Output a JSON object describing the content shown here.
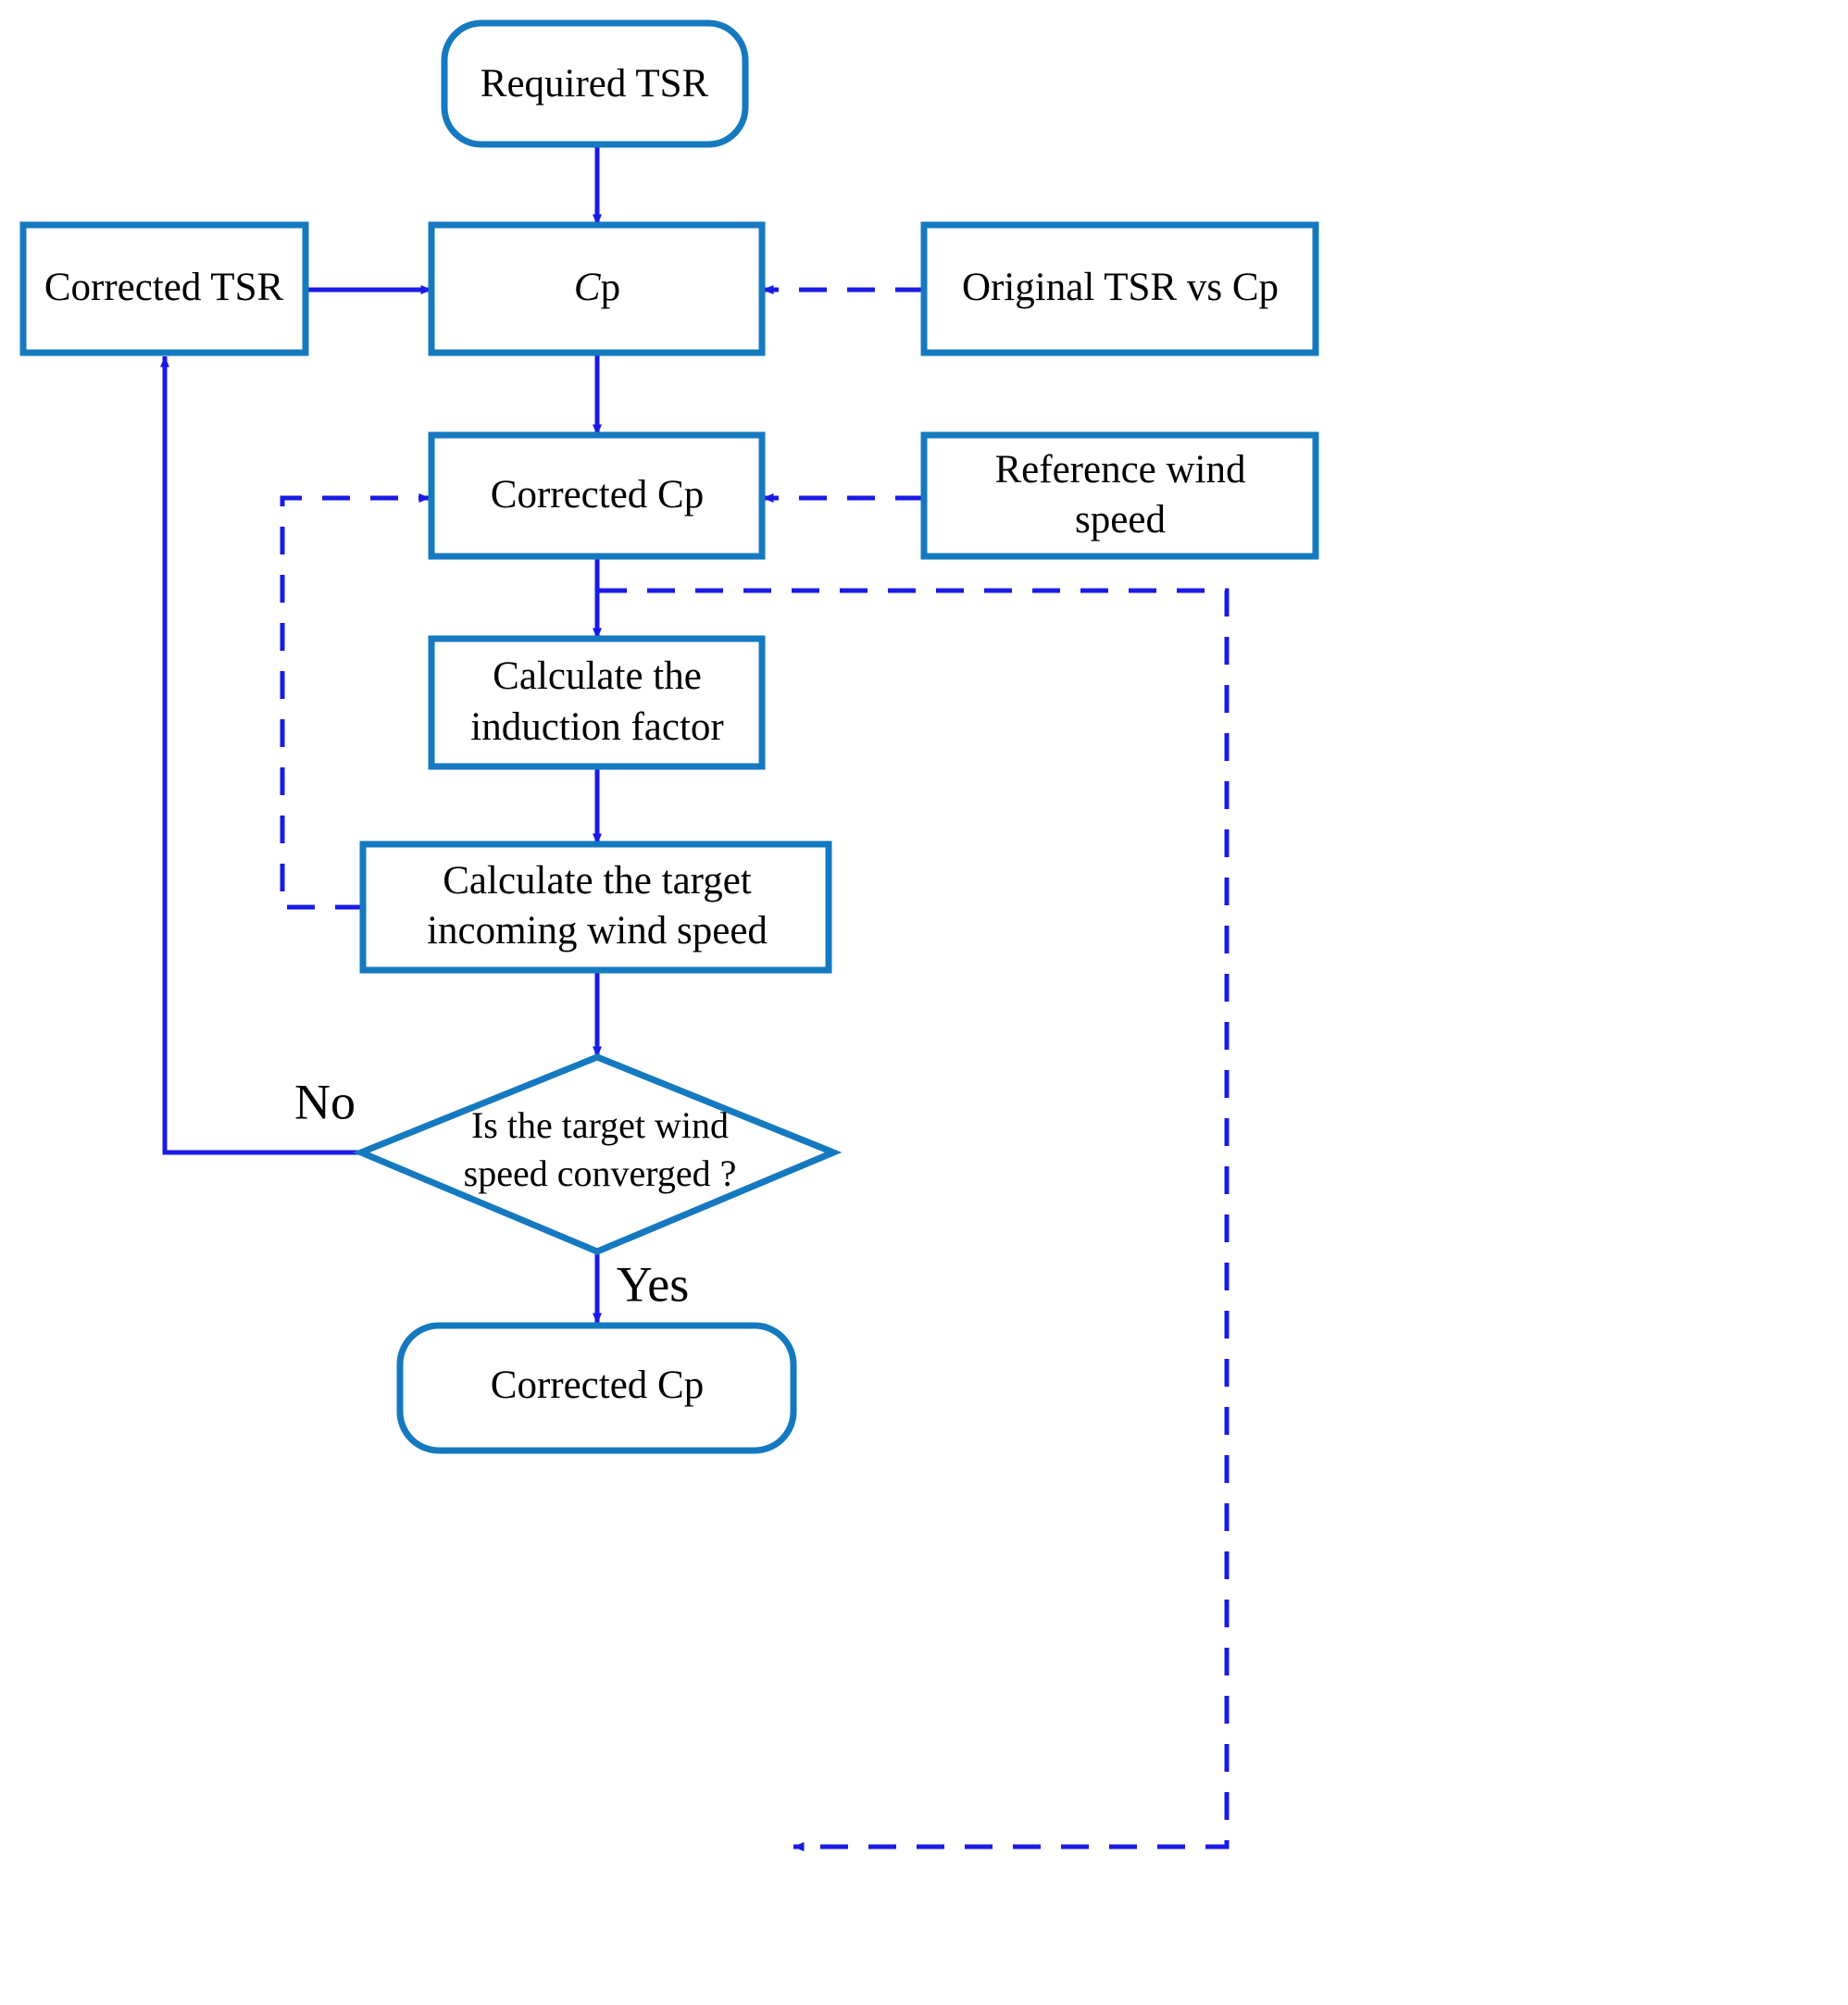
{
  "diagram": {
    "title": "Corrected Cp iterative correction flowchart",
    "colors": {
      "shape_stroke": "#1579c0",
      "connector_solid": "#1a1ae6",
      "connector_dashed": "#1a1ae6",
      "shape_fill": "#ffffff",
      "text": "#000000",
      "background": "#ffffff"
    },
    "nodes": [
      {
        "id": "required-tsr",
        "shape": "rounded-rectangle",
        "label": "Required TSR",
        "lines": [
          "Required TSR"
        ]
      },
      {
        "id": "corrected-tsr",
        "shape": "rectangle",
        "label": "Corrected TSR",
        "lines": [
          "Corrected TSR"
        ]
      },
      {
        "id": "cp",
        "shape": "rectangle",
        "label": "Cp",
        "lines": [
          "Cp"
        ],
        "italic_prefix": "C",
        "roman_suffix": "p"
      },
      {
        "id": "original-tsr-vs-cp",
        "shape": "rectangle",
        "label": "Original  TSR vs Cp",
        "lines": [
          "Original  TSR vs Cp"
        ]
      },
      {
        "id": "corrected-cp",
        "shape": "rectangle",
        "label": "Corrected Cp",
        "lines": [
          "Corrected Cp"
        ]
      },
      {
        "id": "reference-wind-speed",
        "shape": "rectangle",
        "label": "Reference wind speed",
        "lines": [
          "Reference wind",
          "speed"
        ]
      },
      {
        "id": "calculate-induction-factor",
        "shape": "rectangle",
        "label": "Calculate the induction factor",
        "lines": [
          "Calculate the",
          "induction factor"
        ]
      },
      {
        "id": "calculate-target-wind-speed",
        "shape": "rectangle",
        "label": "Calculate the target incoming wind speed",
        "lines": [
          "Calculate the target",
          "incoming wind speed"
        ]
      },
      {
        "id": "decision-converged",
        "shape": "diamond",
        "label": "Is the target wind speed converged ?",
        "lines": [
          "Is the target wind",
          "speed converged ?"
        ]
      },
      {
        "id": "corrected-cp-output",
        "shape": "rounded-rectangle",
        "label": "Corrected Cp",
        "lines": [
          "Corrected Cp"
        ]
      }
    ],
    "edge_labels": {
      "no": "No",
      "yes": "Yes"
    },
    "connectors": [
      {
        "id": "required-tsr-to-cp",
        "style": "solid",
        "from": "required-tsr",
        "to": "cp"
      },
      {
        "id": "corrected-tsr-to-cp",
        "style": "solid",
        "from": "corrected-tsr",
        "to": "cp"
      },
      {
        "id": "original-to-cp",
        "style": "dashed",
        "from": "original-tsr-vs-cp",
        "to": "cp"
      },
      {
        "id": "cp-to-corrected-cp",
        "style": "solid",
        "from": "cp",
        "to": "corrected-cp"
      },
      {
        "id": "reference-to-corrected-cp",
        "style": "dashed",
        "from": "reference-wind-speed",
        "to": "corrected-cp"
      },
      {
        "id": "corrected-cp-to-induction",
        "style": "solid",
        "from": "corrected-cp",
        "to": "calculate-induction-factor"
      },
      {
        "id": "induction-to-target",
        "style": "solid",
        "from": "calculate-induction-factor",
        "to": "calculate-target-wind-speed"
      },
      {
        "id": "target-to-decision",
        "style": "solid",
        "from": "calculate-target-wind-speed",
        "to": "decision-converged"
      },
      {
        "id": "decision-no-to-corrected-tsr",
        "style": "solid",
        "from": "decision-converged",
        "to": "corrected-tsr",
        "label": "No"
      },
      {
        "id": "decision-yes-to-output",
        "style": "solid",
        "from": "decision-converged",
        "to": "corrected-cp-output",
        "label": "Yes"
      },
      {
        "id": "target-feedback-to-corrected-cp",
        "style": "dashed",
        "from": "calculate-target-wind-speed",
        "to": "corrected-cp"
      },
      {
        "id": "corrected-cp-branch-to-output",
        "style": "dashed",
        "from": "corrected-cp",
        "to": "corrected-cp-output"
      }
    ]
  }
}
